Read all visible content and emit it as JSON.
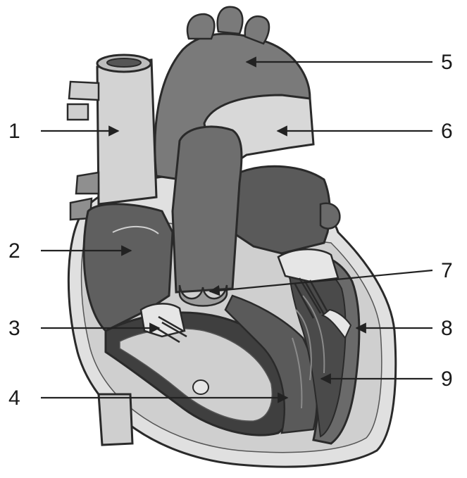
{
  "labels": [
    {
      "id": "1",
      "text": "1"
    },
    {
      "id": "2",
      "text": "2"
    },
    {
      "id": "3",
      "text": "3"
    },
    {
      "id": "4",
      "text": "4"
    },
    {
      "id": "5",
      "text": "5"
    },
    {
      "id": "6",
      "text": "6"
    },
    {
      "id": "7",
      "text": "7"
    },
    {
      "id": "8",
      "text": "8"
    },
    {
      "id": "9",
      "text": "9"
    }
  ],
  "colors": {
    "background": "#ffffff",
    "light_tissue": "#d9d9d9",
    "mid_tissue": "#8f8f8f",
    "dark_tissue": "#5f5f5f",
    "darkest_tissue": "#3a3a3a",
    "outline": "#2a2a2a"
  }
}
